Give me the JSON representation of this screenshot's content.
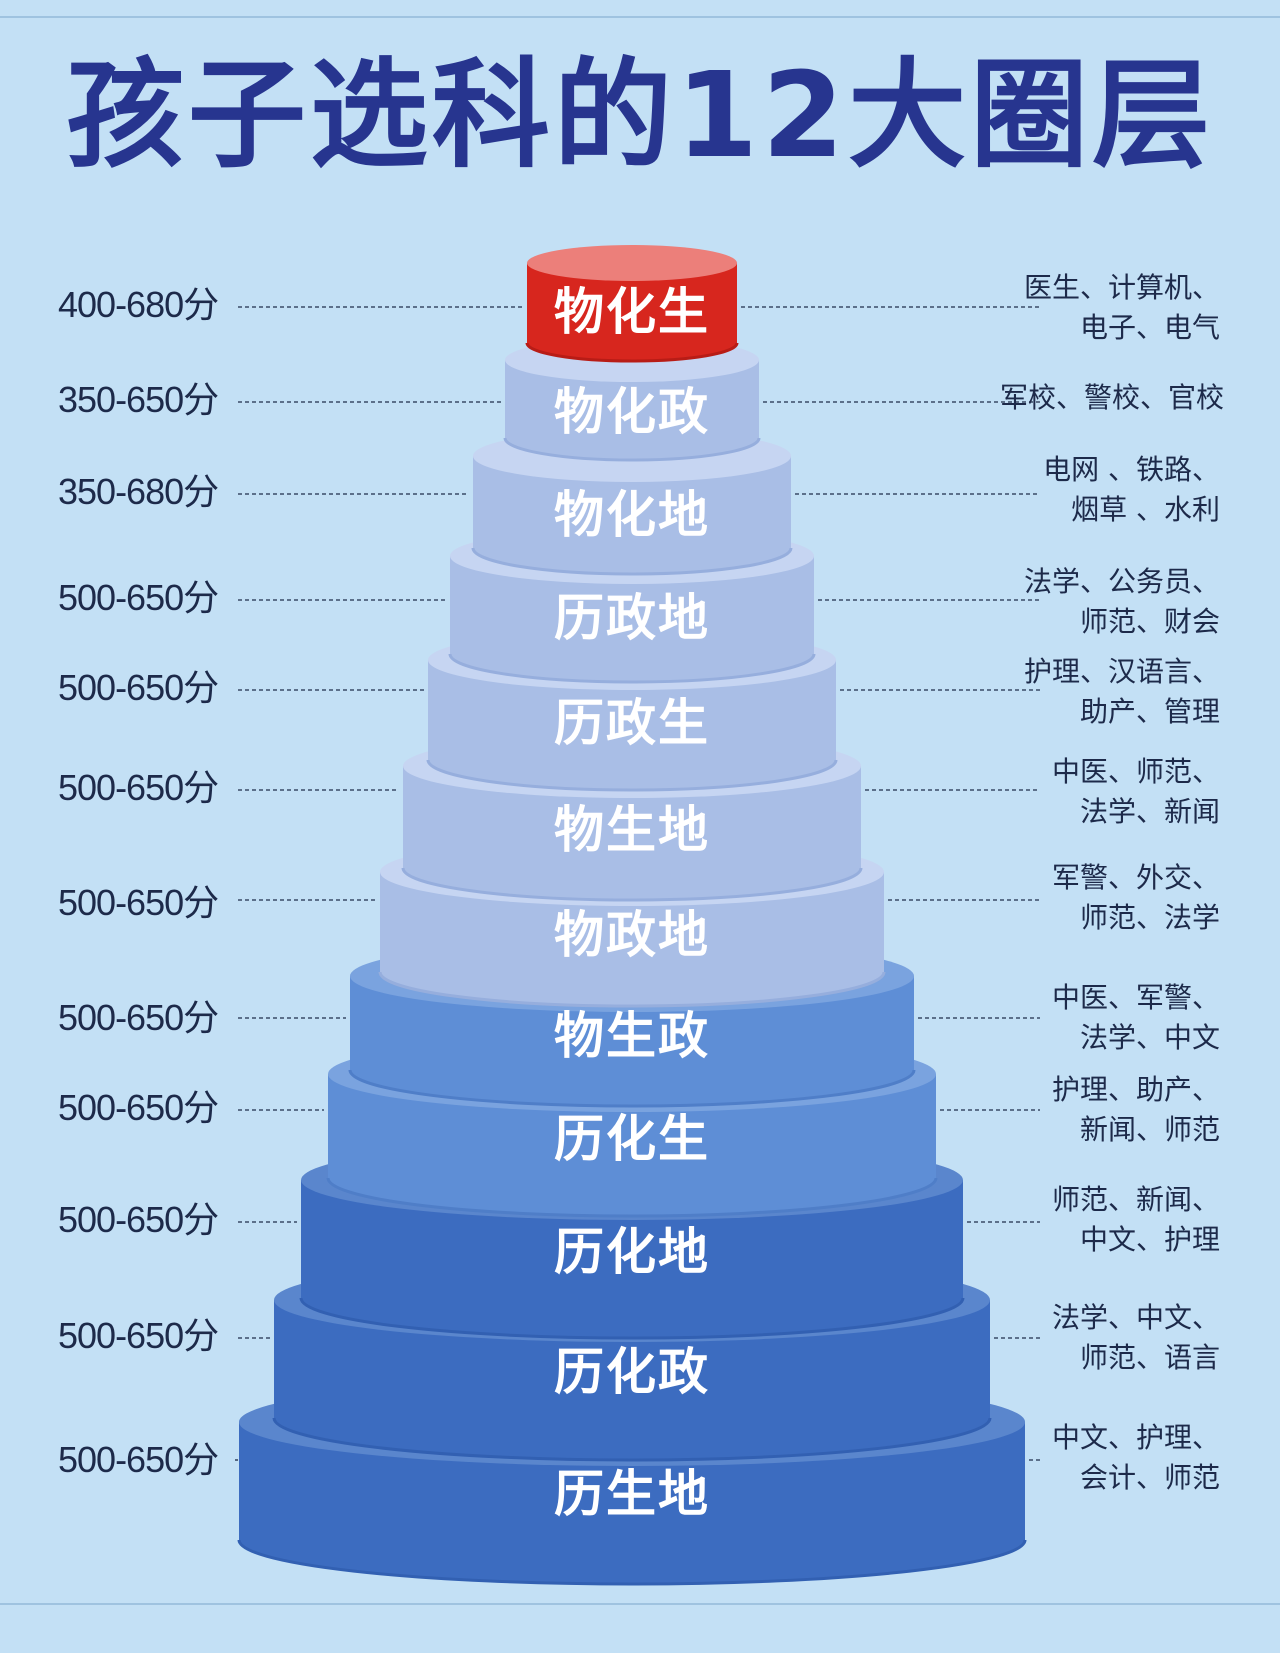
{
  "title": "孩子选科的12大圈层",
  "colors": {
    "background": "#c3e0f5",
    "title": "#27358f",
    "top_tier": "#d7261e",
    "light_tier": "#a9bee6",
    "mid_tier": "#5e8ed6",
    "dark_tier": "#3c6cc0"
  },
  "tiers": [
    {
      "combo": "物化生",
      "score": "400-680分",
      "majors": [
        "医生、计算机、",
        "电子、电气"
      ],
      "tone": "red"
    },
    {
      "combo": "物化政",
      "score": "350-650分",
      "majors": [
        "军校、警校、官校"
      ],
      "tone": "light"
    },
    {
      "combo": "物化地",
      "score": "350-680分",
      "majors": [
        "电网 、铁路、",
        "烟草 、水利"
      ],
      "tone": "light"
    },
    {
      "combo": "历政地",
      "score": "500-650分",
      "majors": [
        "法学、公务员、",
        "师范、财会"
      ],
      "tone": "light"
    },
    {
      "combo": "历政生",
      "score": "500-650分",
      "majors": [
        "护理、汉语言、",
        "助产、管理"
      ],
      "tone": "light"
    },
    {
      "combo": "物生地",
      "score": "500-650分",
      "majors": [
        "中医、师范、",
        "法学、新闻"
      ],
      "tone": "light"
    },
    {
      "combo": "物政地",
      "score": "500-650分",
      "majors": [
        "军警、外交、",
        "师范、法学"
      ],
      "tone": "light"
    },
    {
      "combo": "物生政",
      "score": "500-650分",
      "majors": [
        "中医、军警、",
        "法学、中文"
      ],
      "tone": "mid"
    },
    {
      "combo": "历化生",
      "score": "500-650分",
      "majors": [
        "护理、助产、",
        "新闻、师范"
      ],
      "tone": "mid"
    },
    {
      "combo": "历化地",
      "score": "500-650分",
      "majors": [
        "师范、新闻、",
        "中文、护理"
      ],
      "tone": "dark"
    },
    {
      "combo": "历化政",
      "score": "500-650分",
      "majors": [
        "法学、中文、",
        "师范、语言"
      ],
      "tone": "dark"
    },
    {
      "combo": "历生地",
      "score": "500-650分",
      "majors": [
        "中文、护理、",
        "会计、师范"
      ],
      "tone": "dark"
    }
  ]
}
